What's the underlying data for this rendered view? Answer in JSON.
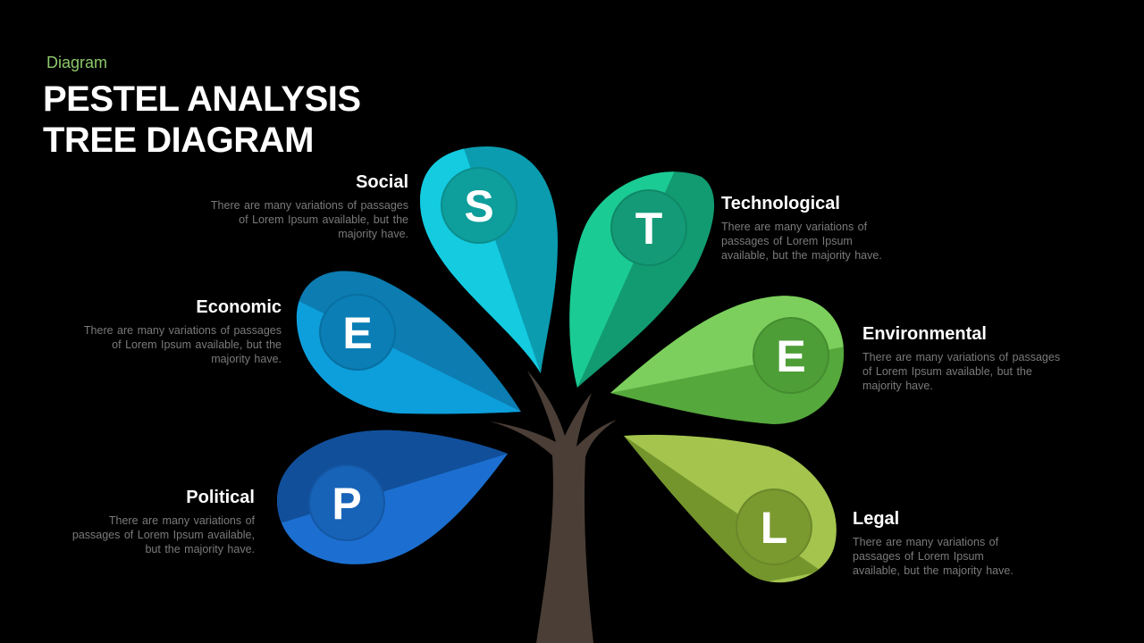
{
  "header": {
    "kicker": "Diagram",
    "title_line1": "PESTEL ANALYSIS",
    "title_line2": "TREE DIAGRAM"
  },
  "colors": {
    "background": "#000000",
    "kicker": "#8cc86a",
    "trunk": "#4a3e36",
    "social": "#12b5c8",
    "technological": "#17b184",
    "economic": "#0d88c4",
    "environmental": "#5eb849",
    "political": "#1764b8",
    "legal": "#8fb13a"
  },
  "factors": {
    "social": {
      "letter": "S",
      "heading": "Social",
      "lines": [
        "There are many variations of passages",
        "of Lorem Ipsum available, but the",
        "majority have."
      ]
    },
    "technological": {
      "letter": "T",
      "heading": "Technological",
      "lines": [
        "There are many variations of",
        "passages of Lorem Ipsum",
        "available, but the majority have."
      ]
    },
    "economic": {
      "letter": "E",
      "heading": "Economic",
      "lines": [
        "There are many variations of passages",
        "of Lorem Ipsum available, but the",
        "majority have."
      ]
    },
    "environmental": {
      "letter": "E",
      "heading": "Environmental",
      "lines": [
        "There are many variations of passages",
        "of Lorem Ipsum available, but the",
        "majority have."
      ]
    },
    "political": {
      "letter": "P",
      "heading": "Political",
      "lines": [
        "There are many variations of",
        "passages of Lorem Ipsum available,",
        "but the majority have."
      ]
    },
    "legal": {
      "letter": "L",
      "heading": "Legal",
      "lines": [
        "There are many variations of",
        "passages of Lorem Ipsum",
        "available, but the majority have."
      ]
    }
  }
}
